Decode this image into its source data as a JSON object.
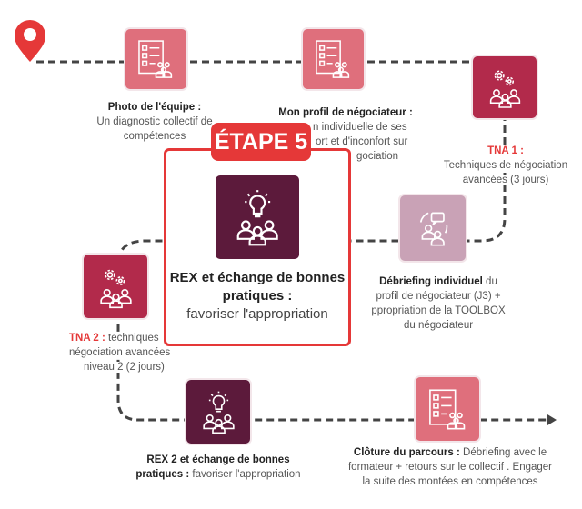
{
  "stage_badge": "ÉTAPE 5",
  "main_step": {
    "title": "REX et échange de bonnes pratiques :",
    "subtitle": "favoriser l'appropriation"
  },
  "steps": {
    "photo": {
      "title": "Photo de l'équipe :",
      "desc": [
        "Un diagnostic collectif de",
        "compétences"
      ]
    },
    "profil": {
      "title": "Mon profil de négociateur :",
      "desc": [
        "n individuelle de ses",
        "ort et d'inconfort sur",
        "gociation"
      ]
    },
    "tna1": {
      "title": "TNA 1 :",
      "desc": [
        "Techniques de négociation",
        "avancées (3 jours)"
      ]
    },
    "debrief": {
      "title": "Débriefing individuel",
      "title_tail": " du",
      "desc": [
        "profil de négociateur (J3) +",
        "ppropriation de la TOOLBOX",
        "du négociateur"
      ]
    },
    "tna2": {
      "title": "TNA 2 :",
      "title_tail": " techniques",
      "desc": [
        "négociation avancées",
        "niveau 2 (2 jours)"
      ]
    },
    "rex2": {
      "title": "REX 2 et échange de bonnes",
      "title2": "pratiques :",
      "desc": " favoriser l'appropriation"
    },
    "cloture": {
      "title": "Clôture du parcours :",
      "desc_tail": " Débriefing avec le",
      "desc": [
        "formateur + retours sur le collectif . Engager",
        "la suite des montées en compétences"
      ]
    }
  },
  "colors": {
    "red": "#e53838",
    "pink": "#df6f7c",
    "crimson": "#b22a4b",
    "plum": "#5c1a3b",
    "mauve": "#c9a2b6"
  }
}
